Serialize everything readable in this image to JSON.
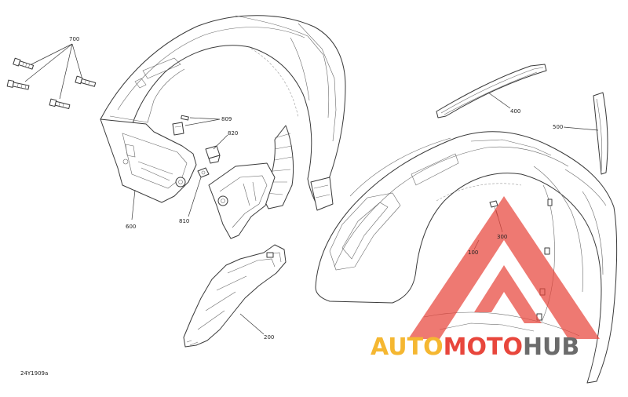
{
  "figure_ref": "24Y1909a",
  "callouts": {
    "c700": "700",
    "c809": "809",
    "c820": "820",
    "c810": "810",
    "c600": "600",
    "c200": "200",
    "c400": "400",
    "c500": "500",
    "c300": "300",
    "c100": "100"
  },
  "watermark": {
    "word1": "AUTO",
    "word2": "MOTO",
    "word3": "HUB",
    "color_auto": "#f5b731",
    "color_moto": "#e8463c",
    "color_hub": "#6b6b6b",
    "logo_color": "#e8463c"
  }
}
